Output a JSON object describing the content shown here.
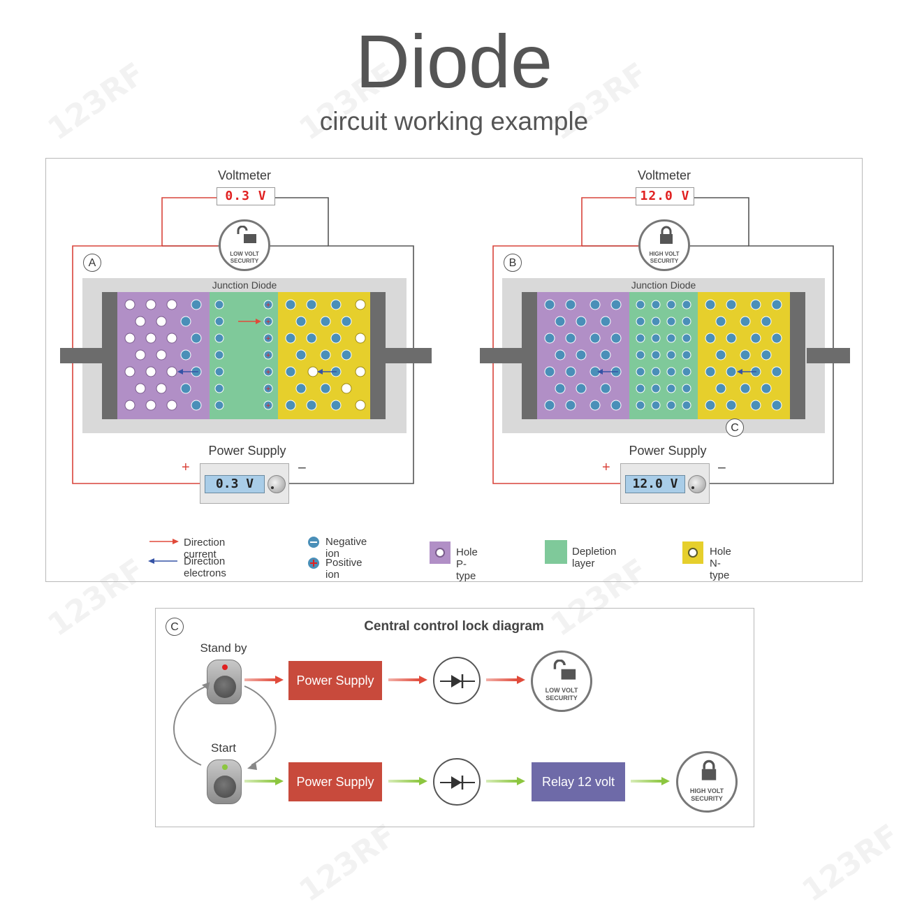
{
  "title": "Diode",
  "subtitle": "circuit working example",
  "watermark": "123RF",
  "panel_a": {
    "letter": "A",
    "voltmeter_label": "Voltmeter",
    "voltmeter_value": "0.3 V",
    "security_line1": "LOW VOLT",
    "security_line2": "SECURITY",
    "diode_label": "Junction Diode",
    "power_label": "Power Supply",
    "power_value": "0.3 V",
    "plus": "+",
    "minus": "−"
  },
  "panel_b": {
    "letter": "B",
    "voltmeter_label": "Voltmeter",
    "voltmeter_value": "12.0 V",
    "security_line1": "HIGH VOLT",
    "security_line2": "SECURITY",
    "diode_label": "Junction Diode",
    "power_label": "Power Supply",
    "power_value": "12.0 V",
    "plus": "+",
    "minus": "−",
    "marker": "C"
  },
  "legend": {
    "direction_current": "Direction current",
    "direction_electrons": "Direction electrons",
    "negative_ion": "Negative ion",
    "positive_ion": "Positive ion",
    "hole_p": "Hole P-type",
    "depletion": "Depletion layer",
    "hole_n": "Hole N-type"
  },
  "control": {
    "letter": "C",
    "title": "Central control lock diagram",
    "standby_label": "Stand by",
    "start_label": "Start",
    "power_supply_1": "Power Supply",
    "power_supply_2": "Power Supply",
    "relay": "Relay 12 volt",
    "low_line1": "LOW VOLT",
    "low_line2": "SECURITY",
    "high_line1": "HIGH VOLT",
    "high_line2": "SECURITY"
  },
  "colors": {
    "p_type": "#b18fc6",
    "depletion": "#7fc99a",
    "n_type": "#e6cf2c",
    "current_arrow": "#e04a3a",
    "electron_arrow": "#3553a6",
    "start_arrow": "#8cc63f",
    "power_box": "#c84a3c",
    "relay_box": "#6e6aa8"
  }
}
